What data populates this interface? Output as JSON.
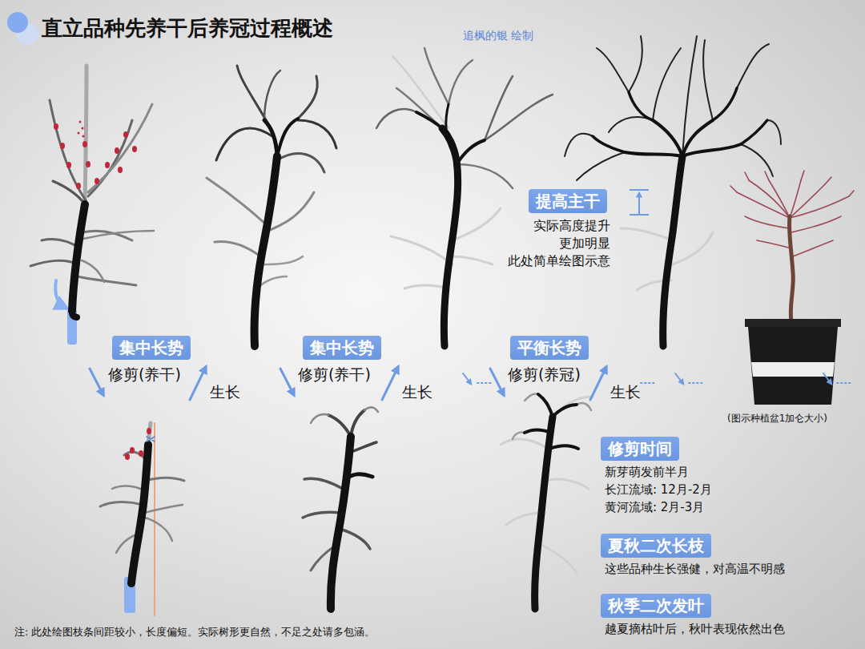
{
  "diagram": {
    "title": "直立品种先养干后养冠过程概述",
    "caption": "注: 此处绘图枝条间距较小，长度偏短。实际树形更自然，不足之处请多包涵。",
    "nodes": [
      {
        "text": [
          "提高主干"
        ]
      },
      {
        "text": [
          "集中长势"
        ]
      },
      {
        "text": [
          "集中长势"
        ]
      },
      {
        "text": [
          "平衡长势"
        ]
      },
      {
        "text": [
          "修剪时间"
        ]
      },
      {
        "text": [
          "夏秋二次长枝"
        ]
      },
      {
        "text": [
          "秋季二次发叶"
        ]
      }
    ],
    "labels": [
      "追枫的银 绘制",
      "实际高度提升",
      "更加明显",
      "此处简单绘图示意",
      "修剪(养干)",
      "生长",
      "修剪(养干)",
      "生长",
      "修剪(养冠)",
      "生长",
      "(图示种植盆1加仑大小)",
      "新芽萌发前半月",
      "长江流域: 12月-2月",
      "黄河流域: 2月-3月",
      "这些品种生长强健，对高温不明感",
      "越夏摘枯叶后，秋叶表现依然出色"
    ]
  }
}
